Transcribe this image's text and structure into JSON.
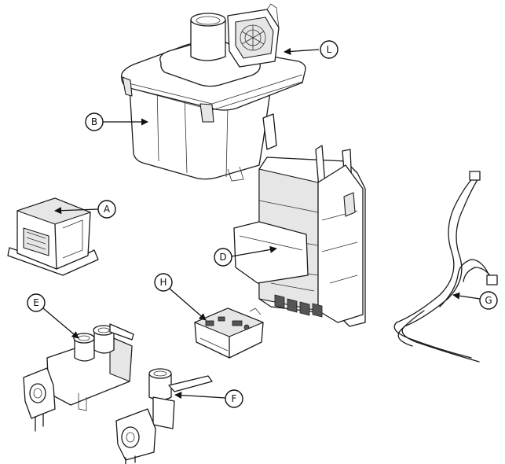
{
  "callouts": {
    "A": "A",
    "B": "B",
    "D": "D",
    "E": "E",
    "F": "F",
    "G": "G",
    "H": "H",
    "L": "L"
  },
  "colors": {
    "line": "#1a1a1a",
    "background": "#ffffff",
    "shade": "#e6e6e6"
  }
}
